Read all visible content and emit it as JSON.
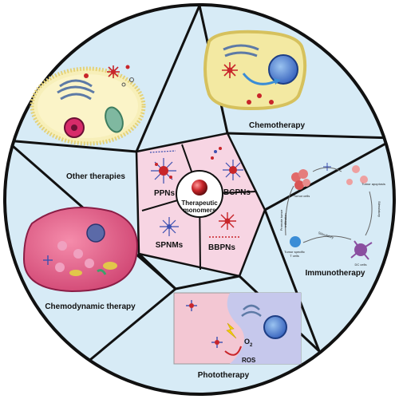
{
  "sectors": {
    "other": "Other therapies",
    "chemo": "Chemotherapy",
    "immuno": "Immunotherapy",
    "photo": "Phototherapy",
    "cdt": "Chemodynamic therapy"
  },
  "center": {
    "title_line1": "Therapeutic",
    "title_line2": "monomers",
    "ppns": "PPNs",
    "bcpns": "BCPNs",
    "spnms": "SPNMs",
    "bbpns": "BBPNs"
  },
  "immuno_cycle": {
    "tumor_cells": "Tumor cells",
    "tumor_apoptosis": "Tumor apoptosis",
    "stimulatory_right": "Stimulatory",
    "stimulatory_bottom": "Stimulatory",
    "dc_cells": "DC cells",
    "tumor_specific": "Tumor specific",
    "t_cells": "T cells",
    "promote": "Promote tumor",
    "infiltration": "infiltration"
  },
  "photo_labels": {
    "o2": "O",
    "o2_sub": "2",
    "ros": "ROS"
  },
  "colors": {
    "background_blue": "#d7ebf6",
    "center_pink": "#f7d5e3",
    "divider": "#111111",
    "nanoparticle_red": "#c8252a",
    "nanoparticle_blue": "#3b4fb0"
  }
}
